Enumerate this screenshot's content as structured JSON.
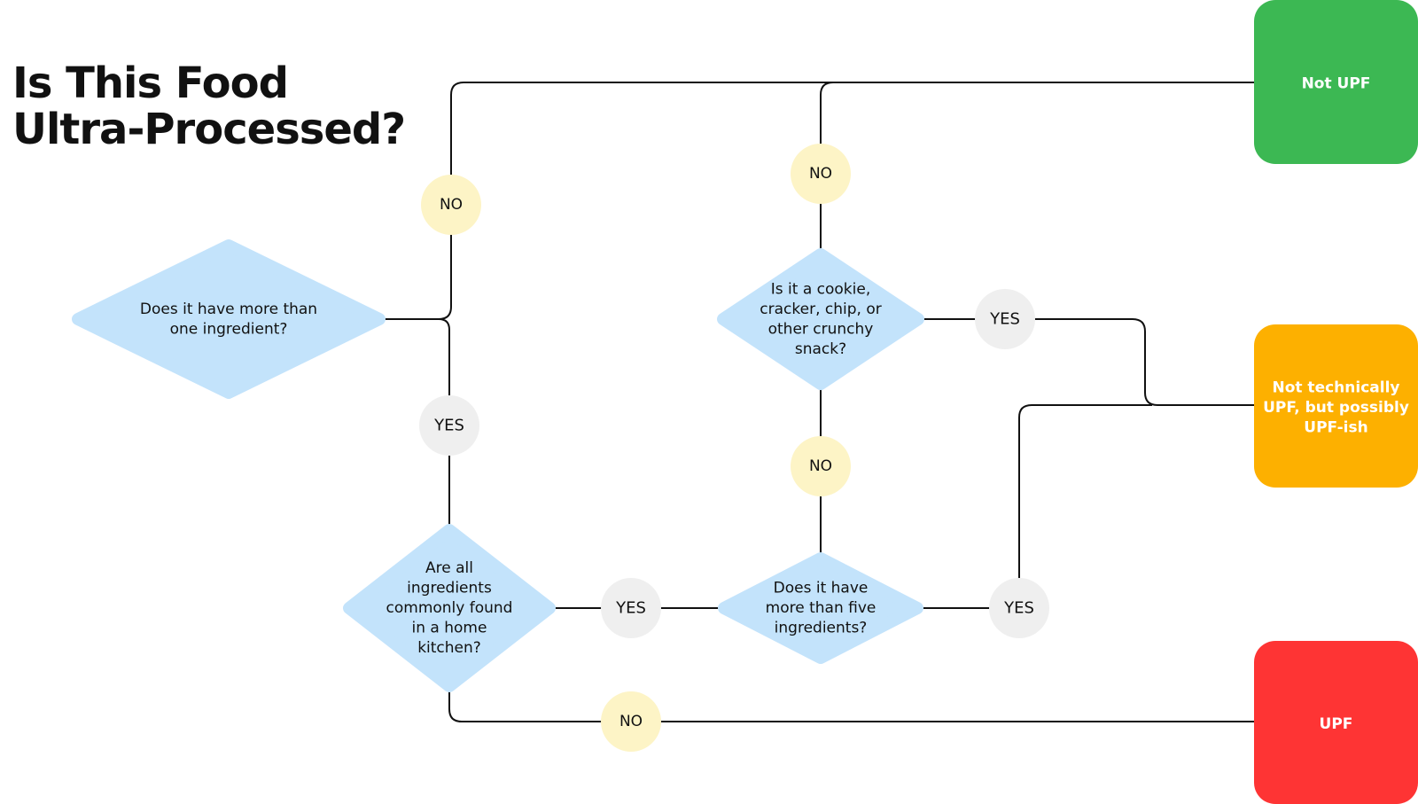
{
  "title": {
    "line1": "Is This Food",
    "line2": "Ultra-Processed?"
  },
  "questions": {
    "more_than_one": [
      "Does it have more than",
      "one ingredient?"
    ],
    "home_kitchen": [
      "Are all",
      "ingredients",
      "commonly found",
      "in a home",
      "kitchen?"
    ],
    "crunchy_snack": [
      "Is it a cookie,",
      "cracker, chip, or",
      "other crunchy",
      "snack?"
    ],
    "more_than_five": [
      "Does it have",
      "more than five",
      "ingredients?"
    ]
  },
  "answers": {
    "yes": "YES",
    "no": "NO"
  },
  "outcomes": {
    "not_upf": [
      "Not UPF"
    ],
    "upf_ish": [
      "Not technically",
      "UPF, but possibly",
      "UPF-ish"
    ],
    "upf": [
      "UPF"
    ]
  },
  "colors": {
    "question": "#c3e3fb",
    "yes_badge": "#efefef",
    "no_badge": "#fdf4c6",
    "not_upf": "#3cb853",
    "upf_ish": "#fdb000",
    "upf": "#fe3434",
    "line": "#111111"
  }
}
